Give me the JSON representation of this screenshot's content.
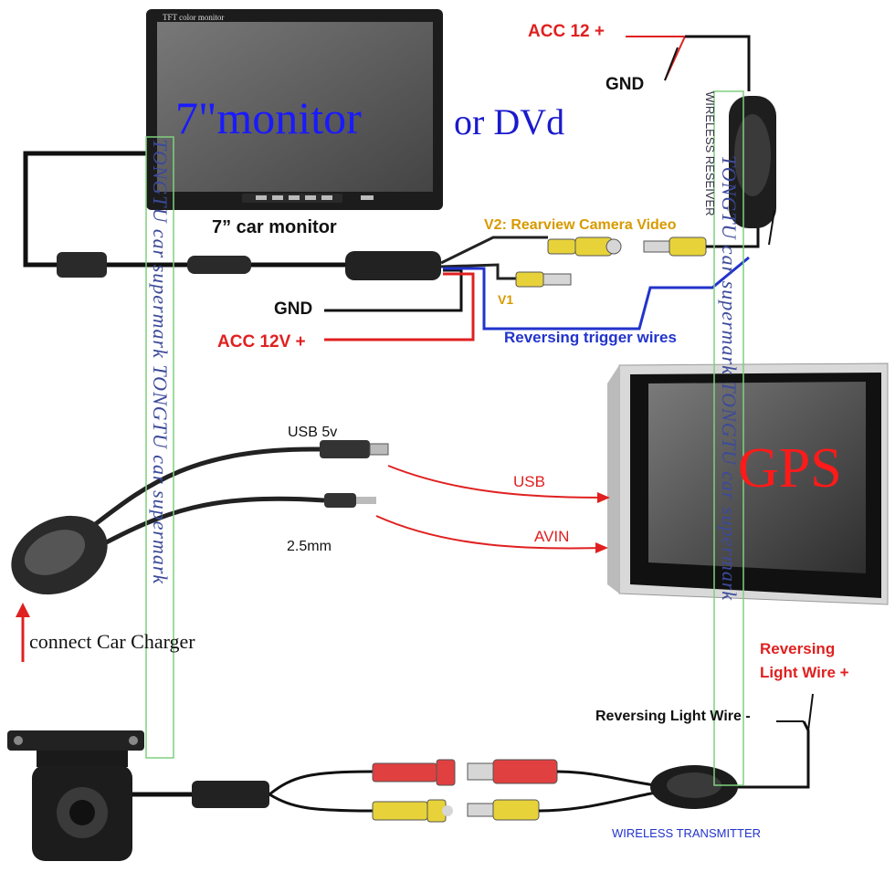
{
  "labels": {
    "monitor_small": "TFT color monitor",
    "monitor_title": "7\"monitor",
    "or_dvd": "or DVd",
    "car_monitor": "7” car monitor",
    "gnd_top": "GND",
    "gnd_mid": "GND",
    "acc12_top": "ACC 12 +",
    "acc12v": "ACC 12V +",
    "v2": "V2: Rearview Camera Video",
    "v1": "V1",
    "reversing_trigger": "Reversing trigger wires",
    "wireless_receiver": "WIRELESS RESEIVER",
    "usb5v": "USB  5v",
    "usb": "USB",
    "avin": "AVIN",
    "mm": "2.5mm",
    "gps": "GPS",
    "car_charger": "connect Car Charger",
    "reversing_plus": "Reversing\nLight Wire +",
    "reversing_minus": "Reversing Light Wire -",
    "wireless_transmitter": "WIRELESS TRANSMITTER"
  },
  "watermark": {
    "left": "TONGTU car supermark   TONGTU car supermark",
    "right": "TONGTU car supermark   TONGTU car supermark"
  },
  "colors": {
    "red": "#e02020",
    "blue": "#2233cc",
    "black": "#111111",
    "yellow_connector": "#e8d23a",
    "red_connector": "#e04040",
    "watermark_border": "#7fd07f"
  }
}
